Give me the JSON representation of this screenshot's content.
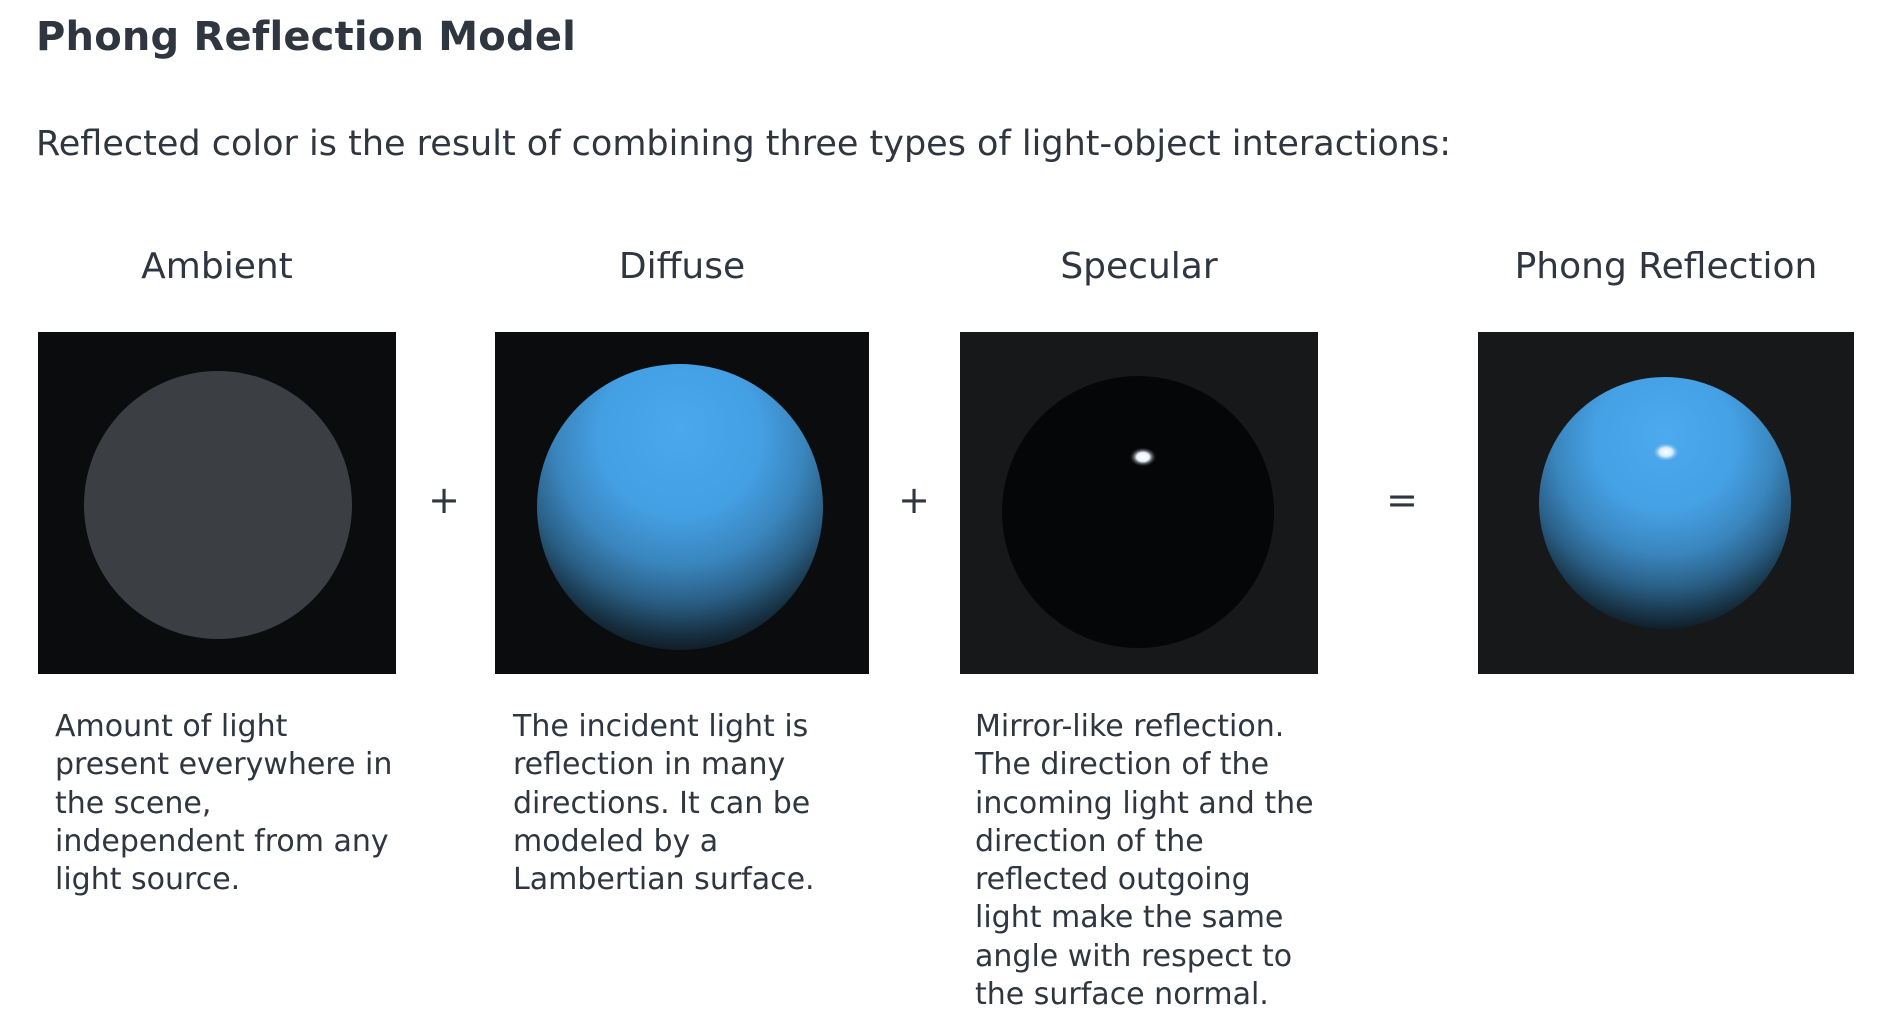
{
  "title": "Phong Reflection Model",
  "subtitle": "Reflected color is the result of combining three types of light-object interactions:",
  "columns": [
    {
      "label": "Ambient",
      "description_lines": [
        "Amount of light",
        "present everywhere in",
        "the scene,",
        "independent from any",
        "light source."
      ]
    },
    {
      "label": "Diffuse",
      "description_lines": [
        "The incident light is",
        "reflection in many",
        "directions. It can be",
        "modeled by a",
        "Lambertian surface."
      ]
    },
    {
      "label": "Specular",
      "description_lines": [
        "Mirror-like reflection.",
        "The direction of the",
        "incoming light and the",
        "direction of the",
        "reflected outgoing",
        "light make the same",
        "angle with respect to",
        "the surface normal."
      ]
    },
    {
      "label": "Phong Reflection",
      "description_lines": []
    }
  ],
  "operators": [
    "+",
    "+",
    "="
  ],
  "colors": {
    "panel_background": "#0b0c0d",
    "ambient_sphere": "#3b3e43",
    "diffuse_blue": "#46a1e6",
    "specular_highlight": "#ffffff"
  }
}
